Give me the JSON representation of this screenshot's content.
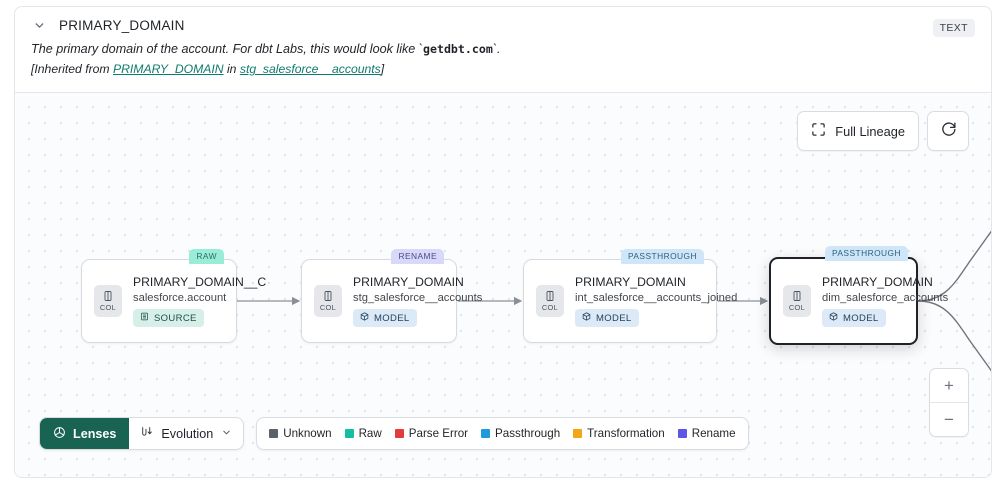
{
  "header": {
    "collapse_icon": "chevron-down-icon",
    "title": "PRIMARY_DOMAIN",
    "type_badge": "TEXT",
    "description_prefix": "The primary domain of the account. For dbt Labs, this would look like `",
    "description_code": "getdbt.com",
    "description_suffix": "`.",
    "inherit_open": "[Inherited from ",
    "inherit_link1": "PRIMARY_DOMAIN",
    "inherit_mid": " in ",
    "inherit_link2": "stg_salesforce__accounts",
    "inherit_close": "]"
  },
  "canvas": {
    "full_lineage_label": "Full Lineage",
    "full_lineage_icon": "expand-icon",
    "refresh_icon": "refresh-icon",
    "zoom_in_label": "+",
    "zoom_out_label": "−"
  },
  "nodes": [
    {
      "kind": "RAW",
      "kind_class": "raw",
      "column": "COL",
      "name": "PRIMARY_DOMAIN__C",
      "table": "salesforce.account",
      "asset_badge": "SOURCE",
      "asset_class": "source",
      "asset_icon": "database-icon",
      "selected": false
    },
    {
      "kind": "RENAME",
      "kind_class": "rename",
      "column": "COL",
      "name": "PRIMARY_DOMAIN",
      "table": "stg_salesforce__accounts",
      "asset_badge": "MODEL",
      "asset_class": "model",
      "asset_icon": "cube-icon",
      "selected": false
    },
    {
      "kind": "PASSTHROUGH",
      "kind_class": "passthrough",
      "column": "COL",
      "name": "PRIMARY_DOMAIN",
      "table": "int_salesforce__accounts_joined",
      "asset_badge": "MODEL",
      "asset_class": "model",
      "asset_icon": "cube-icon",
      "selected": false
    },
    {
      "kind": "PASSTHROUGH",
      "kind_class": "passthrough",
      "column": "COL",
      "name": "PRIMARY_DOMAIN",
      "table": "dim_salesforce_accounts",
      "asset_badge": "MODEL",
      "asset_class": "model",
      "asset_icon": "cube-icon",
      "selected": true
    }
  ],
  "toolbar": {
    "lenses_label": "Lenses",
    "lenses_icon": "aperture-icon",
    "evolution_label": "Evolution",
    "evolution_icon": "evolution-icon",
    "evolution_chevron": "chevron-down-icon"
  },
  "legend": [
    {
      "label": "Unknown",
      "color": "#5b6168"
    },
    {
      "label": "Raw",
      "color": "#13bfa0"
    },
    {
      "label": "Parse Error",
      "color": "#e13b3b"
    },
    {
      "label": "Passthrough",
      "color": "#1d9bdc"
    },
    {
      "label": "Transformation",
      "color": "#f2a515"
    },
    {
      "label": "Rename",
      "color": "#5b55e8"
    }
  ]
}
